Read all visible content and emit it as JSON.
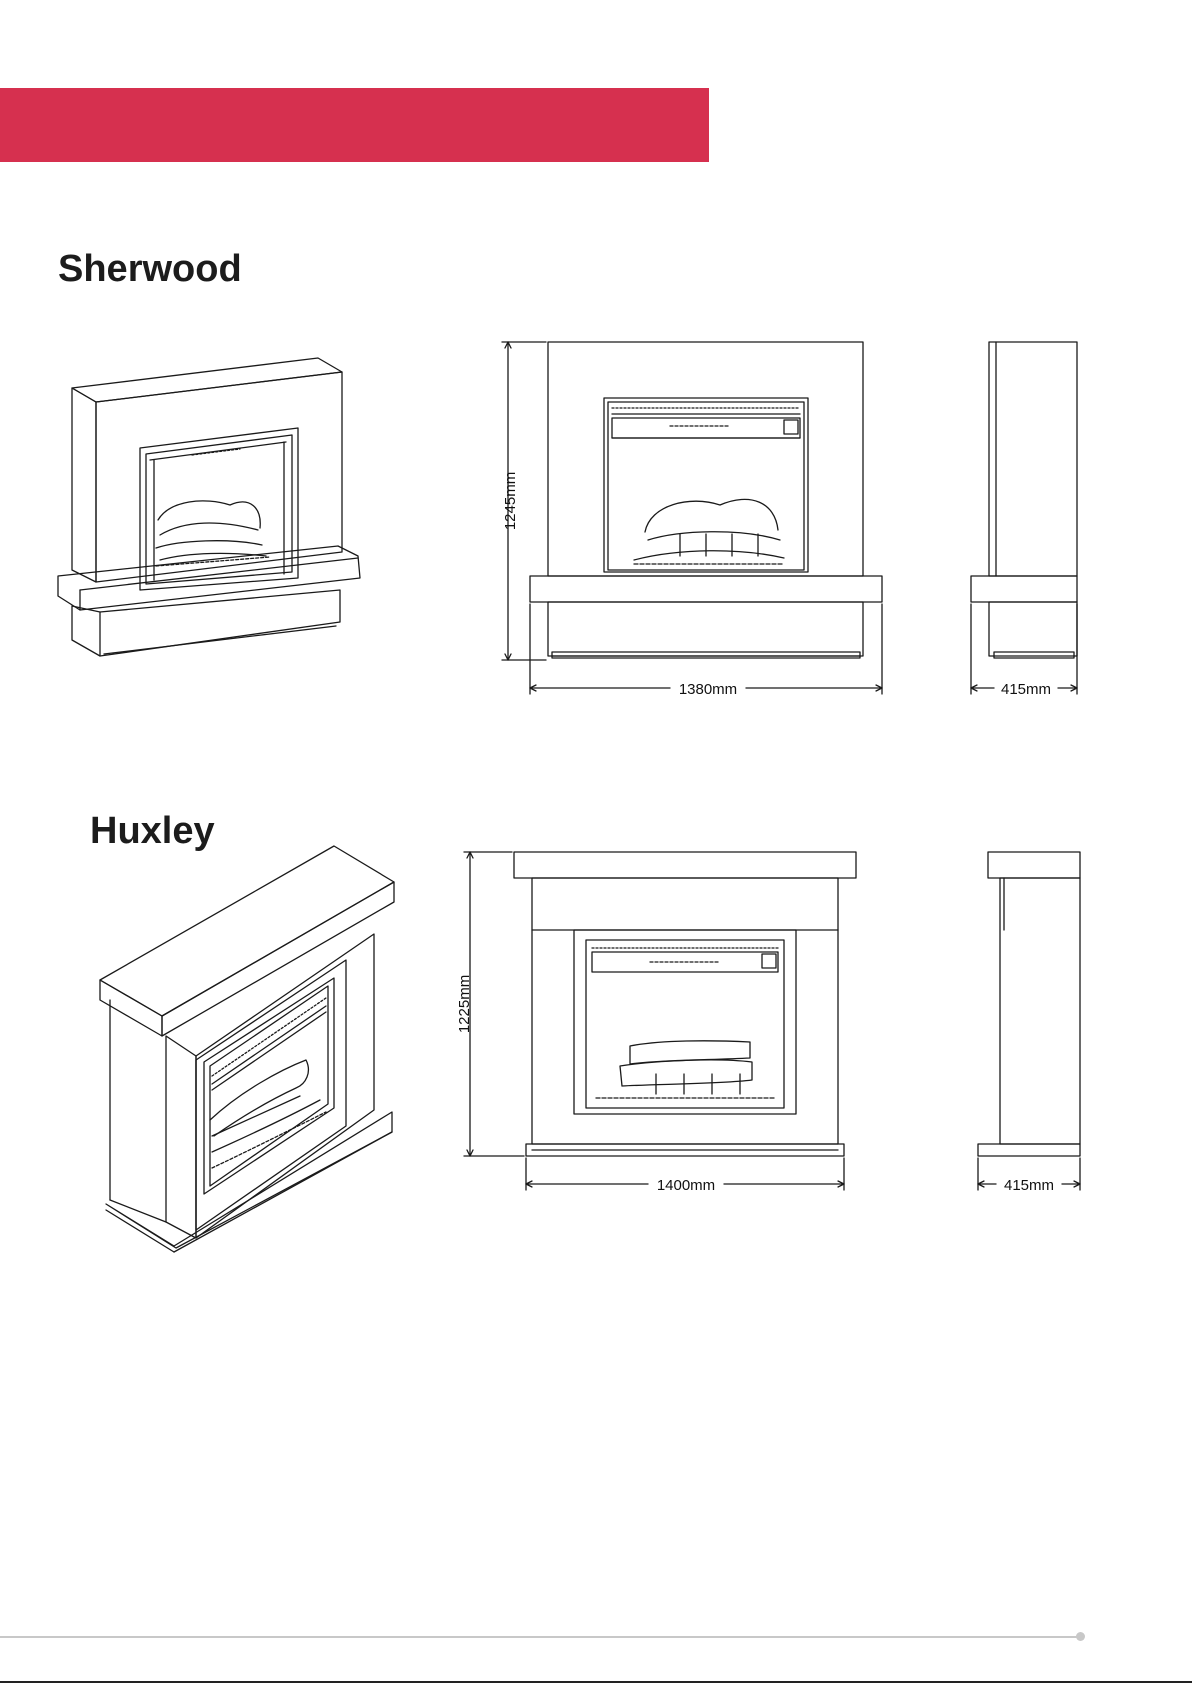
{
  "colors": {
    "banner": "#d6304f",
    "line": "#1a1a1a",
    "footer_line": "#c8c8c8"
  },
  "products": [
    {
      "name": "Sherwood",
      "height_label": "1245mm",
      "width_label": "1380mm",
      "depth_label": "415mm"
    },
    {
      "name": "Huxley",
      "height_label": "1225mm",
      "width_label": "1400mm",
      "depth_label": "415mm"
    }
  ]
}
